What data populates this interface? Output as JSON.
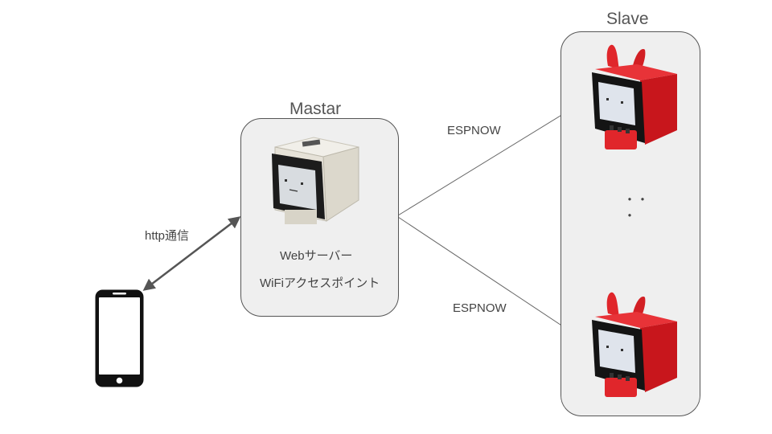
{
  "master": {
    "title": "Mastar",
    "line1": "Webサーバー",
    "line2": "WiFiアクセスポイント"
  },
  "slave": {
    "title": "Slave",
    "dots": "・・\n・"
  },
  "links": {
    "phone_to_master": "http通信",
    "master_to_slave_top": "ESPNOW",
    "master_to_slave_bottom": "ESPNOW"
  },
  "icons": {
    "phone": "smartphone-icon",
    "master_device": "grey-robot-device",
    "slave_device": "red-robot-device"
  },
  "colors": {
    "box_fill": "#efefef",
    "slave_red": "#e0262b",
    "master_body": "#e9e6dc",
    "arrow": "#555555"
  }
}
